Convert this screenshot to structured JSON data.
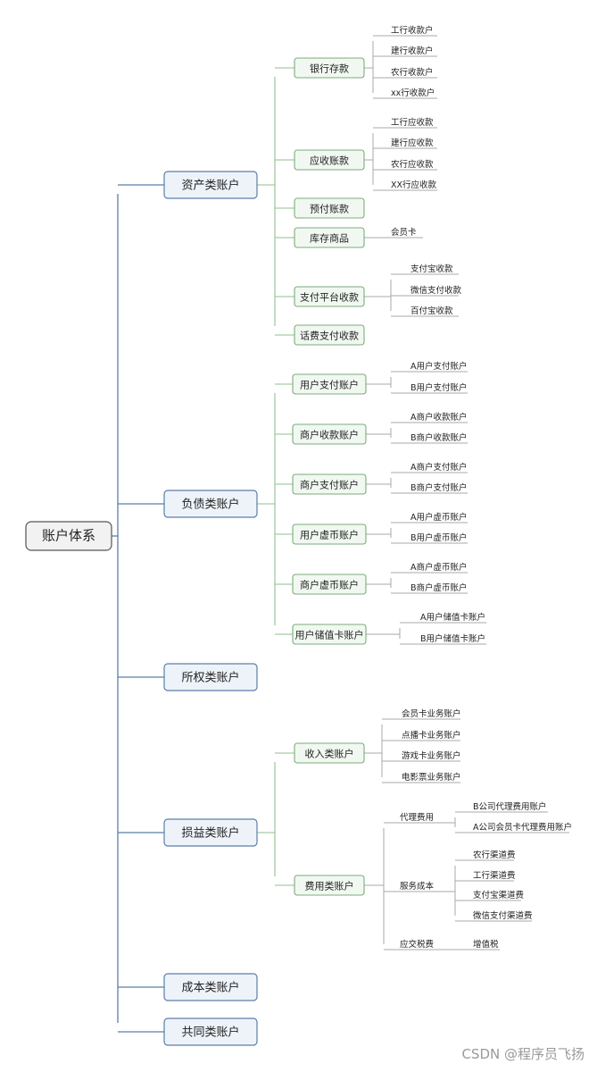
{
  "root": "账户体系",
  "categories": [
    {
      "label": "资产类账户",
      "children": [
        {
          "label": "银行存款",
          "leaves": [
            "工行收款户",
            "建行收款户",
            "农行收款户",
            "xx行收款户"
          ]
        },
        {
          "label": "应收账款",
          "leaves": [
            "工行应收款",
            "建行应收款",
            "农行应收款",
            "XX行应收款"
          ]
        },
        {
          "label": "预付账款",
          "leaves": []
        },
        {
          "label": "库存商品",
          "leaves": [
            "会员卡"
          ]
        },
        {
          "label": "支付平台收款",
          "leaves": [
            "支付宝收款",
            "微信支付收款",
            "百付宝收款"
          ]
        },
        {
          "label": "话费支付收款",
          "leaves": []
        }
      ]
    },
    {
      "label": "负债类账户",
      "children": [
        {
          "label": "用户支付账户",
          "leaves": [
            "A用户支付账户",
            "B用户支付账户"
          ]
        },
        {
          "label": "商户收款账户",
          "leaves": [
            "A商户收款账户",
            "B商户收款账户"
          ]
        },
        {
          "label": "商户支付账户",
          "leaves": [
            "A商户支付账户",
            "B商户支付账户"
          ]
        },
        {
          "label": "用户虚币账户",
          "leaves": [
            "A用户虚币账户",
            "B用户虚币账户"
          ]
        },
        {
          "label": "商户虚币账户",
          "leaves": [
            "A商户虚币账户",
            "B商户虚币账户"
          ]
        },
        {
          "label": "用户储值卡账户",
          "leaves": [
            "A用户储值卡账户",
            "B用户储值卡账户"
          ]
        }
      ]
    },
    {
      "label": "所权类账户",
      "children": []
    },
    {
      "label": "损益类账户",
      "children": [
        {
          "label": "收入类账户",
          "leaves": [
            "会员卡业务账户",
            "点播卡业务账户",
            "游戏卡业务账户",
            "电影票业务账户"
          ]
        },
        {
          "label": "费用类账户",
          "groups": [
            {
              "label": "代理费用",
              "leaves": [
                "B公司代理费用账户",
                "A公司会员卡代理费用账户"
              ]
            },
            {
              "label": "服务成本",
              "leaves": [
                "农行渠道费",
                "工行渠道费",
                "支付宝渠道费",
                "微信支付渠道费"
              ]
            },
            {
              "label": "应交税费",
              "leaves": [
                "增值税"
              ]
            }
          ]
        }
      ]
    },
    {
      "label": "成本类账户",
      "children": []
    },
    {
      "label": "共同类账户",
      "children": []
    }
  ],
  "watermark": "CSDN @程序员飞扬"
}
